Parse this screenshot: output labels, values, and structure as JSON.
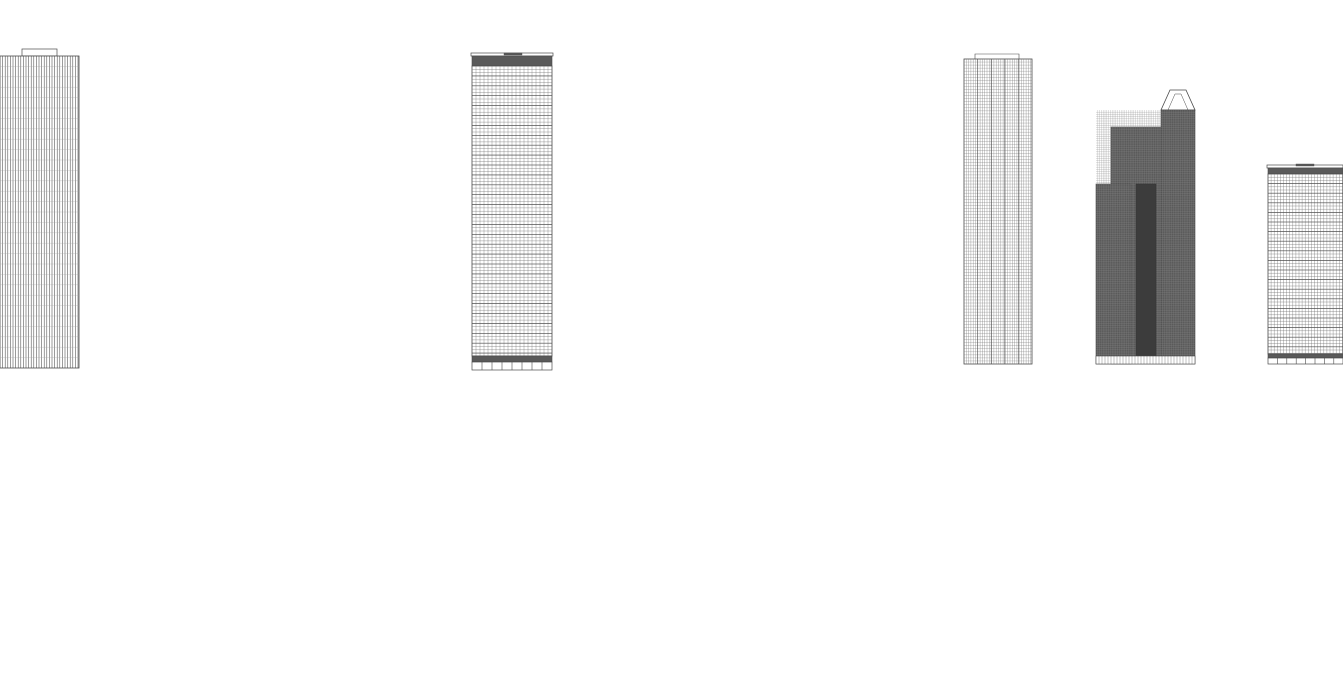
{
  "drawing": {
    "line_color": "#4a4a4a",
    "dark_fill": "#5a5a5a",
    "light_fill": "#ffffff",
    "buildings": [
      {
        "id": "tower-vertical-fins",
        "style": "vertical fins"
      },
      {
        "id": "tower-banded-grid",
        "style": "fine grid with dark crown band"
      },
      {
        "id": "tower-slender-grid",
        "style": "fine grid"
      },
      {
        "id": "tower-stepped-dark",
        "style": "stepped dark massing with pyramidal crown"
      },
      {
        "id": "tower-partial-grid",
        "style": "fine grid with dark crown band"
      }
    ]
  }
}
